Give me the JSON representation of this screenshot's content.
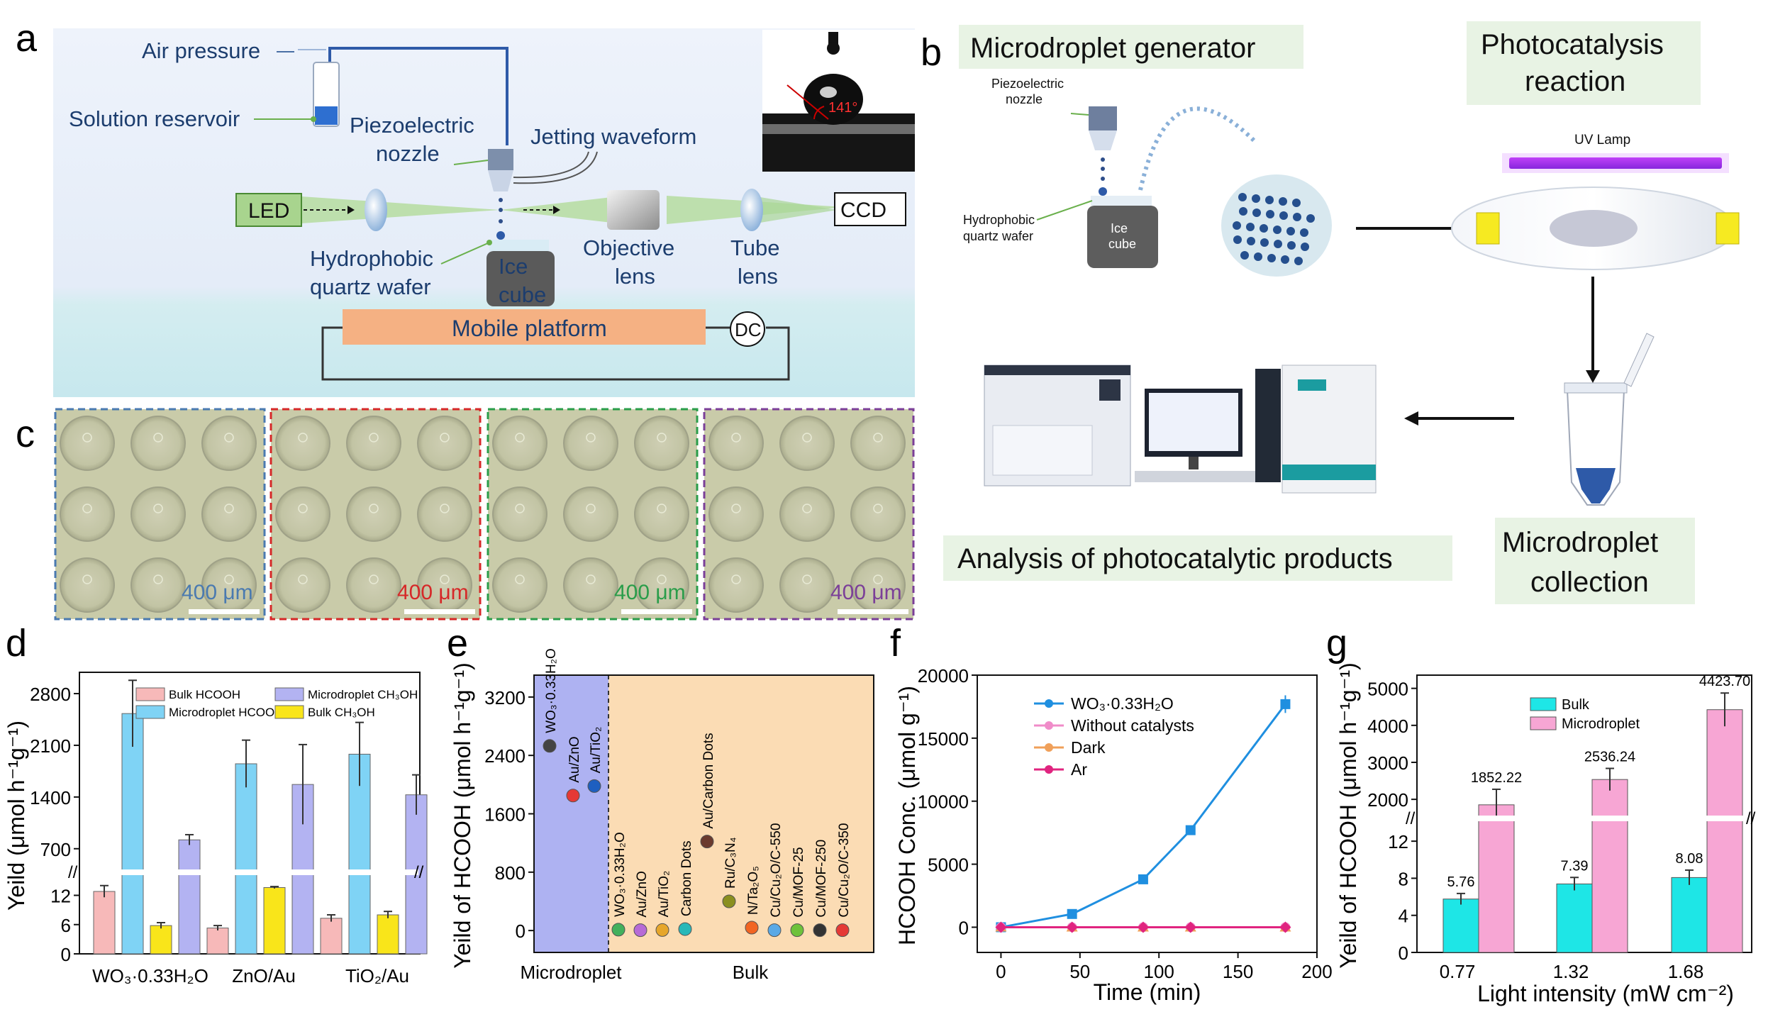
{
  "panel_letters": [
    "a",
    "b",
    "c",
    "d",
    "e",
    "f",
    "g"
  ],
  "panel_a": {
    "air_pressure": "Air pressure",
    "solution_reservoir": "Solution reservoir",
    "piezo_line1": "Piezoelectric",
    "piezo_line2": "nozzle",
    "jetting_waveform": "Jetting waveform",
    "led": "LED",
    "ccd": "CCD",
    "hydro_line1": "Hydrophobic",
    "hydro_line2": "quartz wafer",
    "ice_line1": "Ice",
    "ice_line2": "cube",
    "objective_line1": "Objective",
    "objective_line2": "lens",
    "tube_line1": "Tube",
    "tube_line2": "lens",
    "mobile_platform": "Mobile platform",
    "dc": "DC",
    "contact_angle": "141°"
  },
  "panel_b": {
    "generator_title": "Microdroplet generator",
    "photocatalysis_line1": "Photocatalysis",
    "photocatalysis_line2": "reaction",
    "piezo_line1": "Piezoelectric",
    "piezo_line2": "nozzle",
    "hydro_line1": "Hydrophobic",
    "hydro_line2": "quartz wafer",
    "ice_line1": "Ice",
    "ice_line2": "cube",
    "uv_lamp": "UV Lamp",
    "analysis_title": "Analysis of photocatalytic products",
    "collection_line1": "Microdroplet",
    "collection_line2": "collection"
  },
  "panel_c": {
    "scale_labels": [
      "400 μm",
      "400 μm",
      "400 μm",
      "400 μm"
    ],
    "colors": [
      "#4a7ab0",
      "#d62828",
      "#2a9d4a",
      "#7b3f98"
    ]
  },
  "chart_data": [
    {
      "panel": "d",
      "type": "bar",
      "ylabel": "Yeild (μmol h⁻¹g⁻¹)",
      "categories": [
        "WO₃·0.33H₂O",
        "ZnO/Au",
        "TiO₂/Au"
      ],
      "lower_ticks": [
        "0",
        "6",
        "12"
      ],
      "upper_ticks": [
        "700",
        "1400",
        "2100",
        "2800"
      ],
      "series": [
        {
          "name": "Bulk HCOOH",
          "color": "#f7b9b9",
          "values": [
            12.8,
            5.3,
            7.3
          ],
          "errors": [
            1.2,
            0.5,
            0.7
          ]
        },
        {
          "name": "Microdroplet HCOOH",
          "color": "#7fd3f5",
          "values": [
            2530,
            1850,
            1980
          ],
          "errors": [
            450,
            320,
            430
          ]
        },
        {
          "name": "Bulk CH₃OH",
          "color": "#f9e51a",
          "values": [
            5.8,
            13.6,
            8.0
          ],
          "errors": [
            0.6,
            0.2,
            0.7
          ]
        },
        {
          "name": "Microdroplet CH₃OH",
          "color": "#b3b3f2",
          "values": [
            820,
            1570,
            1430
          ],
          "errors": [
            70,
            540,
            270
          ]
        }
      ]
    },
    {
      "panel": "e",
      "type": "scatter",
      "ylabel": "Yeild of HCOOH (μmol h⁻¹g⁻¹)",
      "y_ticks": [
        "0",
        "800",
        "1600",
        "2400",
        "3200"
      ],
      "ylim": [
        -300,
        3500
      ],
      "region_labels": [
        "Microdroplet",
        "Bulk"
      ],
      "points": [
        {
          "label": "WO₃·0.33H₂O",
          "value": 2530,
          "color": "#444444",
          "group": "Microdroplet"
        },
        {
          "label": "Au/ZnO",
          "value": 1850,
          "color": "#e53935",
          "group": "Microdroplet"
        },
        {
          "label": "Au/TiO₂",
          "value": 1980,
          "color": "#1e5fc0",
          "group": "Microdroplet"
        },
        {
          "label": "WO₃·0.33H₂O",
          "value": 12,
          "color": "#43b05c",
          "group": "Bulk"
        },
        {
          "label": "Au/ZnO",
          "value": 5,
          "color": "#b76bd6",
          "group": "Bulk"
        },
        {
          "label": "Au/TiO₂",
          "value": 7,
          "color": "#e6a62b",
          "group": "Bulk"
        },
        {
          "label": "Carbon Dots",
          "value": 20,
          "color": "#29b8b8",
          "group": "Bulk"
        },
        {
          "label": "Au/Carbon Dots",
          "value": 1220,
          "color": "#6a3a2e",
          "group": "Bulk"
        },
        {
          "label": "Ru/C₃N₄",
          "value": 400,
          "color": "#8a8f1f",
          "group": "Bulk"
        },
        {
          "label": "N/Ta₂O₅",
          "value": 40,
          "color": "#f26522",
          "group": "Bulk"
        },
        {
          "label": "Cu/Cu₂O/C-550",
          "value": 5,
          "color": "#5aa9e6",
          "group": "Bulk"
        },
        {
          "label": "Cu/MOF-25",
          "value": 5,
          "color": "#6ec23b",
          "group": "Bulk"
        },
        {
          "label": "Cu/MOF-250",
          "value": 5,
          "color": "#333333",
          "group": "Bulk"
        },
        {
          "label": "Cu/Cu₂O/C-350",
          "value": 5,
          "color": "#e53935",
          "group": "Bulk"
        }
      ]
    },
    {
      "panel": "f",
      "type": "line",
      "xlabel": "Time (min)",
      "ylabel": "HCOOH Conc. (μmol g⁻¹)",
      "x_ticks": [
        "0",
        "50",
        "100",
        "150",
        "200"
      ],
      "y_ticks": [
        "0",
        "5000",
        "10000",
        "15000",
        "20000"
      ],
      "xlim": [
        -15,
        200
      ],
      "ylim": [
        -2000,
        20000
      ],
      "series": [
        {
          "name": "WO₃·0.33H₂O",
          "color": "#1f8fe0",
          "marker": "square",
          "x": [
            0,
            45,
            90,
            120,
            180
          ],
          "y": [
            0,
            1050,
            3800,
            7700,
            17700
          ],
          "errors": [
            0,
            150,
            150,
            300,
            700
          ]
        },
        {
          "name": "Without catalysts",
          "color": "#f08cc9",
          "marker": "circle",
          "x": [
            0,
            45,
            90,
            120,
            180
          ],
          "y": [
            0,
            0,
            0,
            0,
            0
          ]
        },
        {
          "name": "Dark",
          "color": "#f0a05a",
          "marker": "triangle",
          "x": [
            0,
            45,
            90,
            120,
            180
          ],
          "y": [
            0,
            0,
            0,
            0,
            0
          ]
        },
        {
          "name": "Ar",
          "color": "#e0247f",
          "marker": "diamond",
          "x": [
            0,
            45,
            90,
            120,
            180
          ],
          "y": [
            0,
            0,
            0,
            0,
            0
          ]
        }
      ]
    },
    {
      "panel": "g",
      "type": "bar",
      "xlabel": "Light intensity (mW cm⁻²)",
      "ylabel": "Yeild of HCOOH (μmol h⁻¹g⁻¹)",
      "categories": [
        "0.77",
        "1.32",
        "1.68"
      ],
      "lower_ticks": [
        "0",
        "4",
        "8",
        "12"
      ],
      "upper_ticks": [
        "2000",
        "3000",
        "4000",
        "5000"
      ],
      "series": [
        {
          "name": "Bulk",
          "color": "#1ee6e6",
          "values": [
            5.76,
            7.39,
            8.08
          ],
          "labels": [
            "5.76",
            "7.39",
            "8.08"
          ],
          "errors": [
            0.6,
            0.7,
            0.8
          ]
        },
        {
          "name": "Microdroplet",
          "color": "#f7a6d4",
          "values": [
            1852.22,
            2536.24,
            4423.7
          ],
          "labels": [
            "1852.22",
            "2536.24",
            "4423.70"
          ],
          "errors": [
            420,
            300,
            450
          ]
        }
      ]
    }
  ]
}
